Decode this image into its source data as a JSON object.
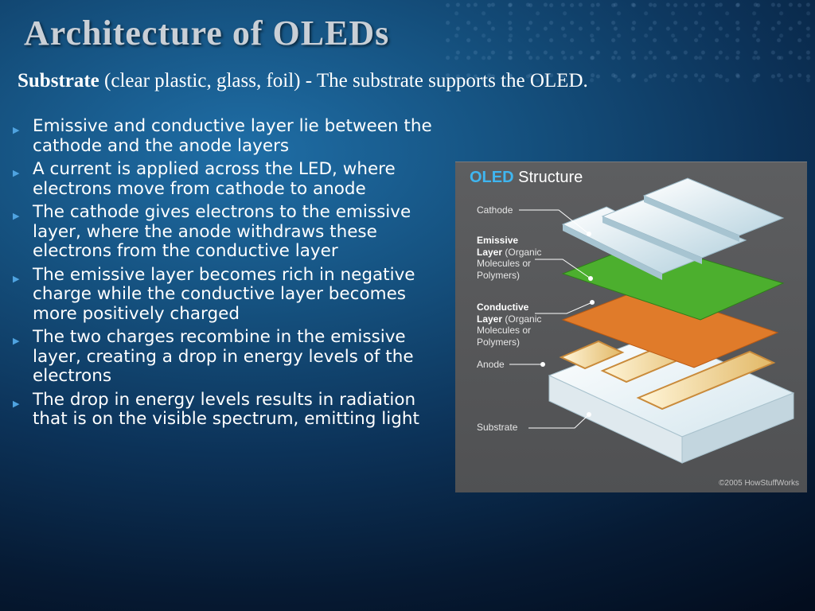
{
  "slide": {
    "title": "Architecture of OLEDs",
    "subtitle": {
      "term": "Substrate",
      "rest": " (clear plastic, glass, foil) - The substrate supports the OLED."
    },
    "bullets": [
      "Emissive and conductive layer lie between the cathode and the anode layers",
      "A current is applied across the LED, where electrons move from cathode to anode",
      "The cathode gives electrons to the emissive layer, where the anode withdraws these electrons from the conductive layer",
      "The emissive layer becomes rich in negative charge while the conductive layer becomes more positively charged",
      "The two charges recombine in the emissive layer, creating a drop in energy levels of the electrons",
      "The drop in energy levels results in radiation that is on the visible spectrum, emitting light"
    ]
  },
  "figure": {
    "title_accent": "OLED",
    "title_rest": "Structure",
    "labels": {
      "cathode": "Cathode",
      "emissive_bold": "Emissive",
      "emissive_layer_bold": "Layer",
      "emissive_detail_1": "(Organic",
      "emissive_detail_2": "Molecules or",
      "emissive_detail_3": "Polymers)",
      "conductive_bold": "Conductive",
      "conductive_layer_bold": "Layer",
      "conductive_detail_1": "(Organic",
      "conductive_detail_2": "Molecules or",
      "conductive_detail_3": "Polymers)",
      "anode": "Anode",
      "substrate": "Substrate"
    },
    "credit": "©2005 HowStuffWorks",
    "colors": {
      "accent": "#3fb6f0",
      "emissive": "#4caf2e",
      "conductive": "#e07b2a",
      "cathode": "#cfe3ec",
      "substrate": "#eef3f6",
      "anode": "#f0d9a8"
    }
  }
}
